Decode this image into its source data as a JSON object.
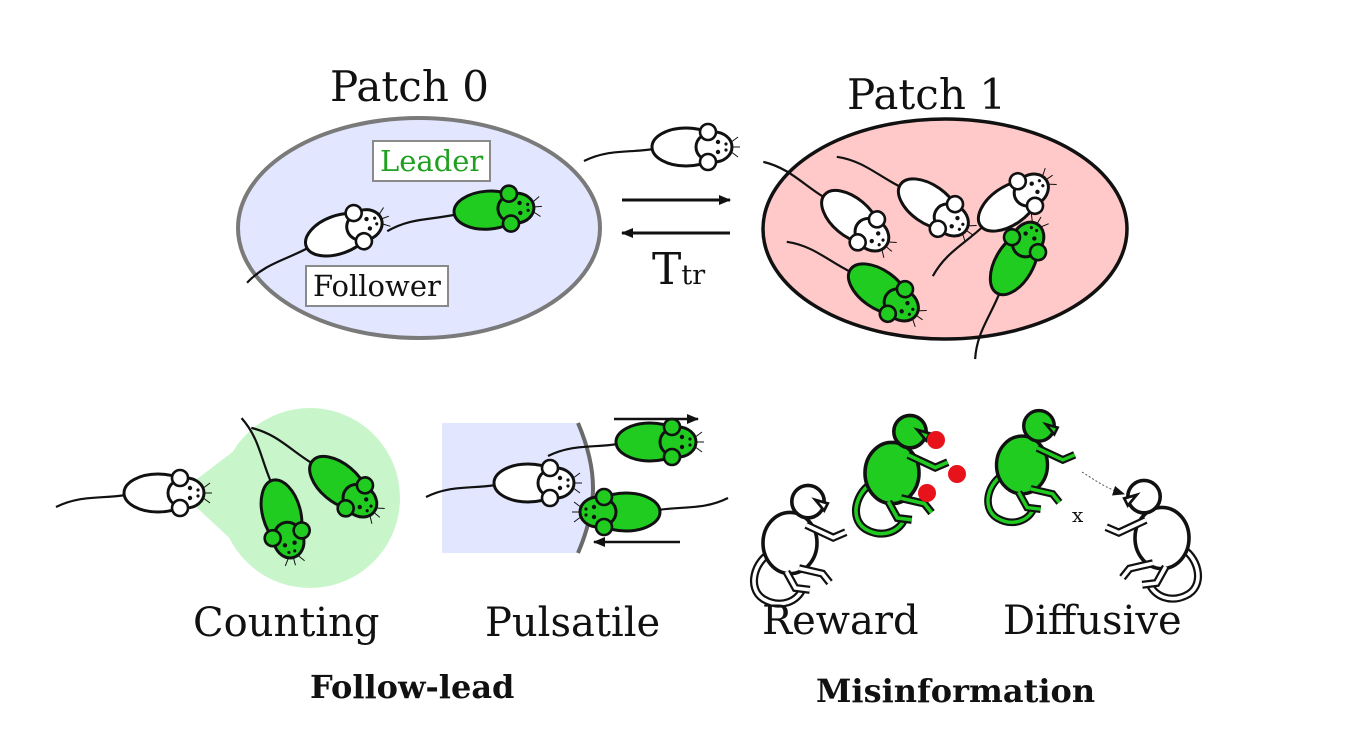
{
  "patches": {
    "patch0": {
      "title": "Patch 0",
      "leader_tag": "Leader",
      "follower_tag": "Follower",
      "fill": "#e3e6ff"
    },
    "patch1": {
      "title": "Patch 1",
      "fill": "#ffc9c9"
    }
  },
  "transfer": {
    "symbol": "T",
    "subscript": "tr"
  },
  "panels": {
    "counting": "Counting",
    "pulsatile": "Pulsatile",
    "reward": "Reward",
    "diffusive": "Diffusive",
    "diffusive_mark": "x"
  },
  "groups": {
    "follow_lead": "Follow-lead",
    "misinformation": "Misinformation"
  },
  "colors": {
    "leader_green": "#20cc20",
    "follower_white": "#ffffff",
    "outline": "#111111",
    "reward_red": "#e8121b",
    "counting_halo": "#c9f5cb",
    "pulsatile_bg": "#e3e6ff"
  }
}
